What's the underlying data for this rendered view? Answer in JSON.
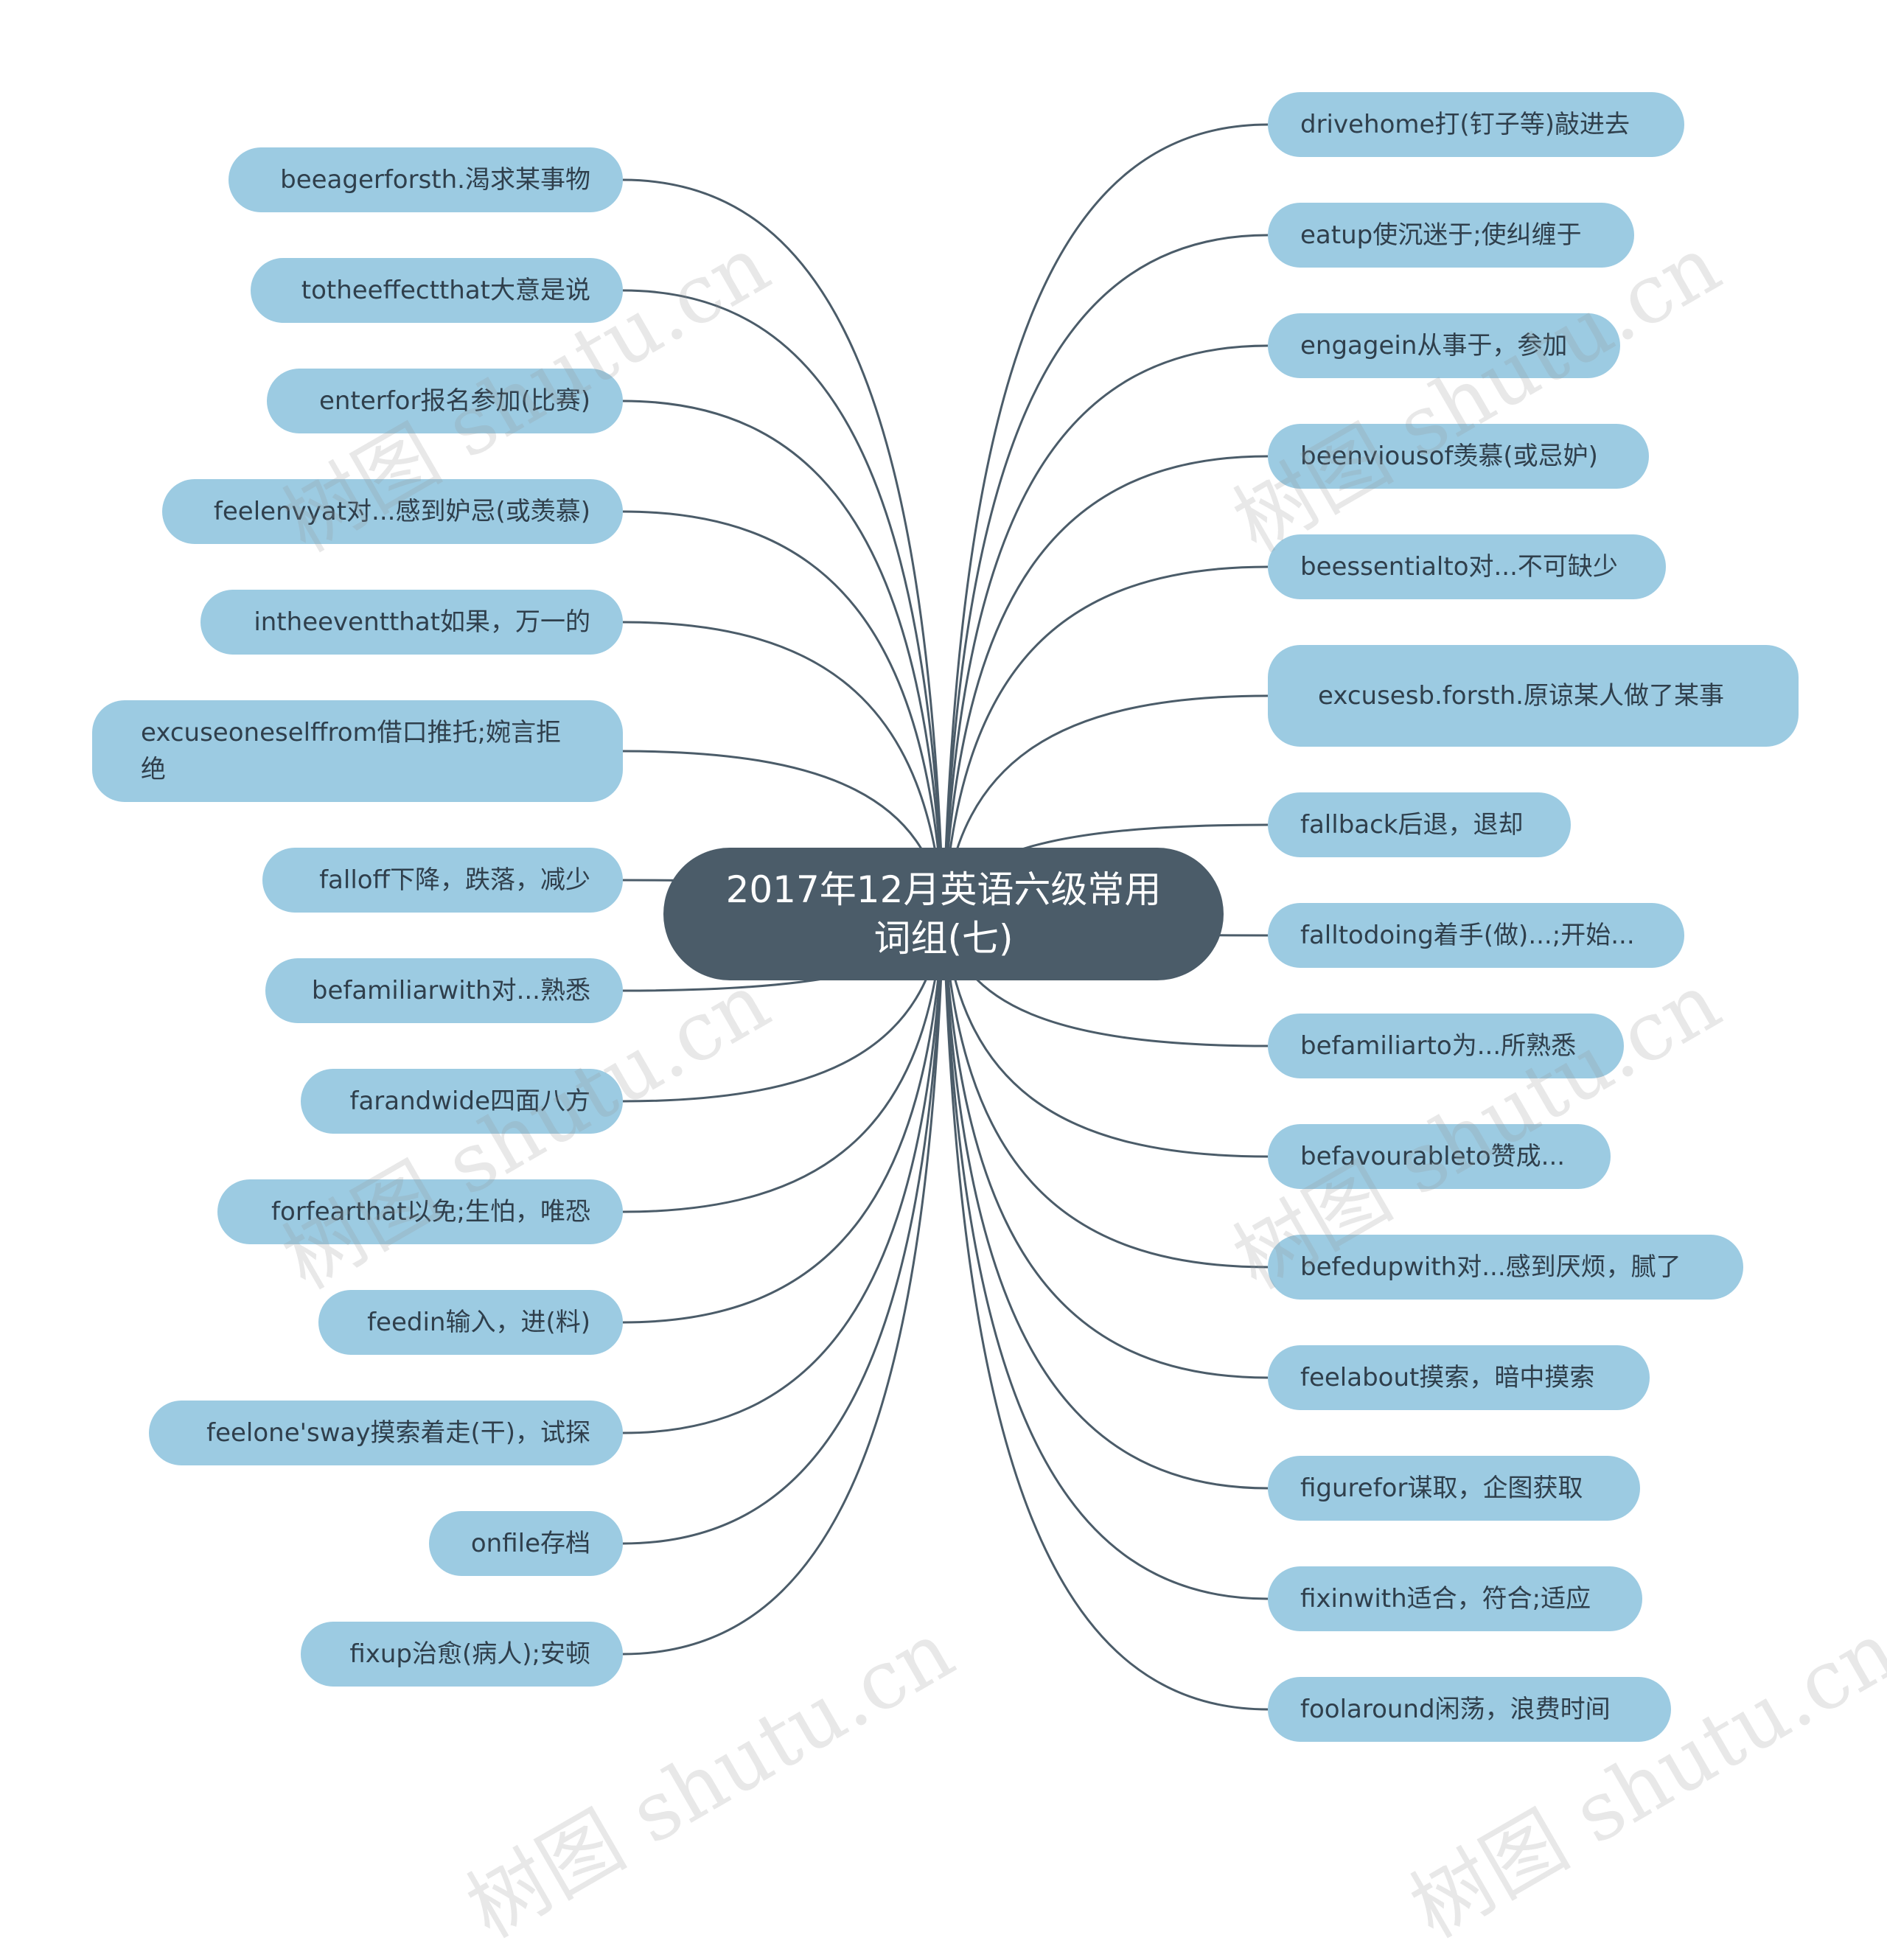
{
  "root": {
    "text": "2017年12月英语六级常用词组(七)"
  },
  "watermark": "树图 shutu.cn",
  "colors": {
    "root_fill": "#4b5c69",
    "node_fill": "#9ccbe2",
    "edge": "#4b5c69",
    "node_text": "#2f3f4c"
  },
  "left_nodes": [
    "beeagerforsth.渴求某事物",
    "totheeffectthat大意是说",
    "enterfor报名参加(比赛)",
    "feelenvyat对...感到妒忌(或羡慕)",
    "intheeventthat如果，万一的",
    "excuseoneselffrom借口推托;婉言拒绝",
    "falloff下降，跌落，减少",
    "befamiliarwith对...熟悉",
    "farandwide四面八方",
    "forfearthat以免;生怕，唯恐",
    "feedin输入，进(料)",
    "feelone'sway摸索着走(干)，试探",
    "onfile存档",
    "fixup治愈(病人);安顿"
  ],
  "right_nodes": [
    "drivehome打(钉子等)敲进去",
    "eatup使沉迷于;使纠缠于",
    "engagein从事于，参加",
    "beenviousof羡慕(或忌妒)",
    "beessentialto对...不可缺少",
    "excusesb.forsth.原谅某人做了某事",
    "fallback后退，退却",
    "falltodoing着手(做)...;开始...",
    "befamiliarto为...所熟悉",
    "befavourableto赞成...",
    "befedupwith对...感到厌烦，腻了",
    "feelabout摸索，暗中摸索",
    "figurefor谋取，企图获取",
    "fixinwith适合，符合;适应",
    "foolaround闲荡，浪费时间"
  ]
}
